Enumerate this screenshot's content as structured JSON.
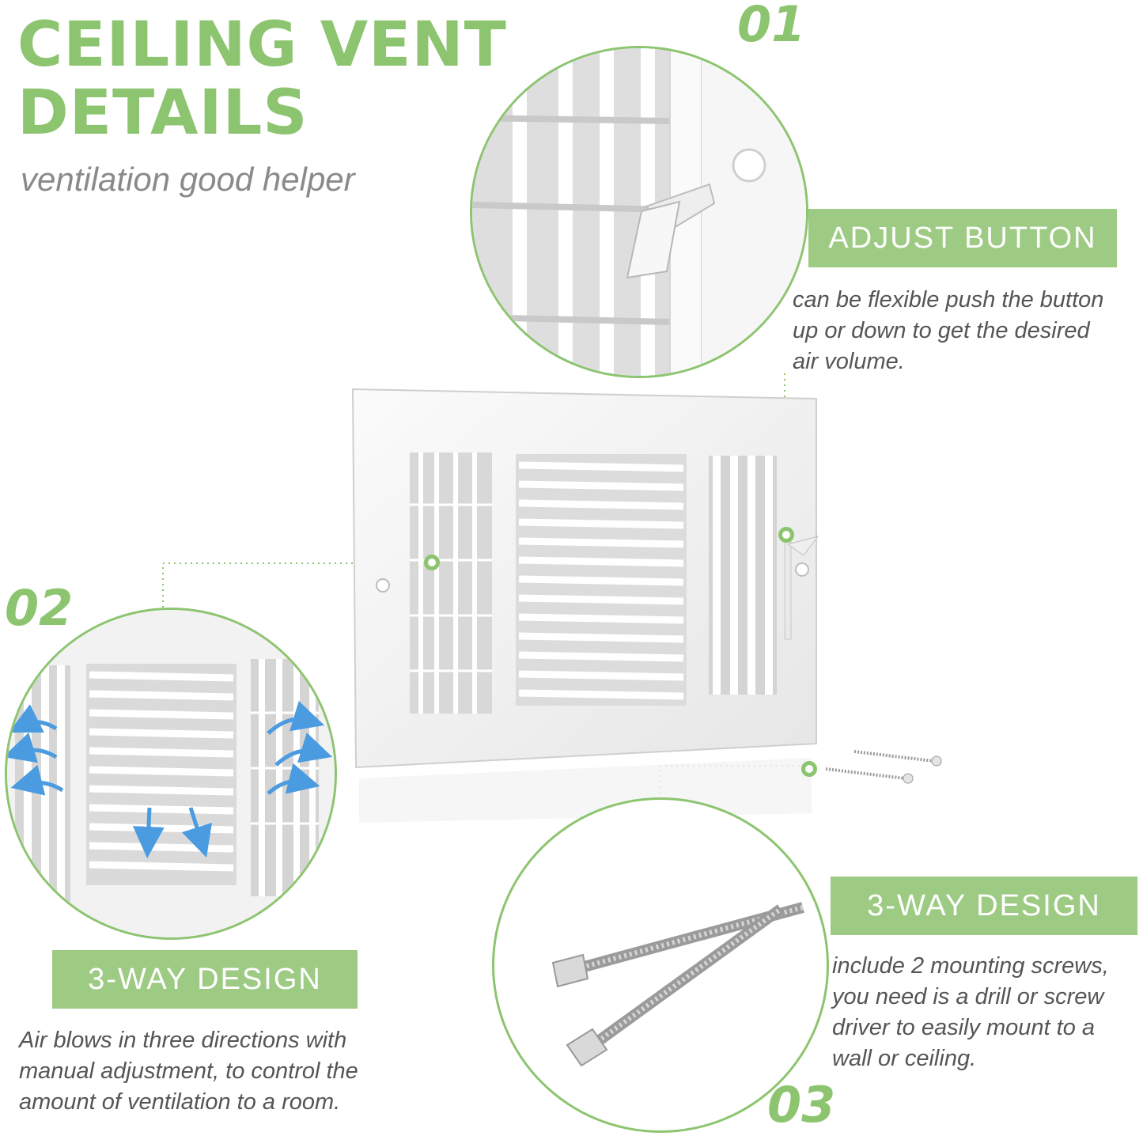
{
  "header": {
    "title_line1": "CEILING VENT",
    "title_line2": "DETAILS",
    "subtitle": "ventilation good helper"
  },
  "feature1": {
    "number": "01",
    "badge": "ADJUST BUTTON",
    "description_lines": [
      "can be flexible push the button",
      "up or down to get the desired",
      "air volume."
    ]
  },
  "feature2": {
    "number": "02",
    "badge": "3-WAY DESIGN",
    "description_lines": [
      "Air blows in three directions with",
      "manual adjustment, to control the",
      "amount of ventilation to a room."
    ]
  },
  "feature3": {
    "number": "03",
    "badge": "3-WAY DESIGN",
    "description_lines": [
      "include 2 mounting screws,",
      "you need is a drill or screw",
      "driver to easily mount to a",
      "wall or ceiling."
    ]
  },
  "colors": {
    "accent_green": "#8cc46f",
    "badge_green": "#9ecb83",
    "subtitle_gray": "#8a8a8a",
    "text_gray": "#555555",
    "arrow_blue": "#4a9be0"
  }
}
